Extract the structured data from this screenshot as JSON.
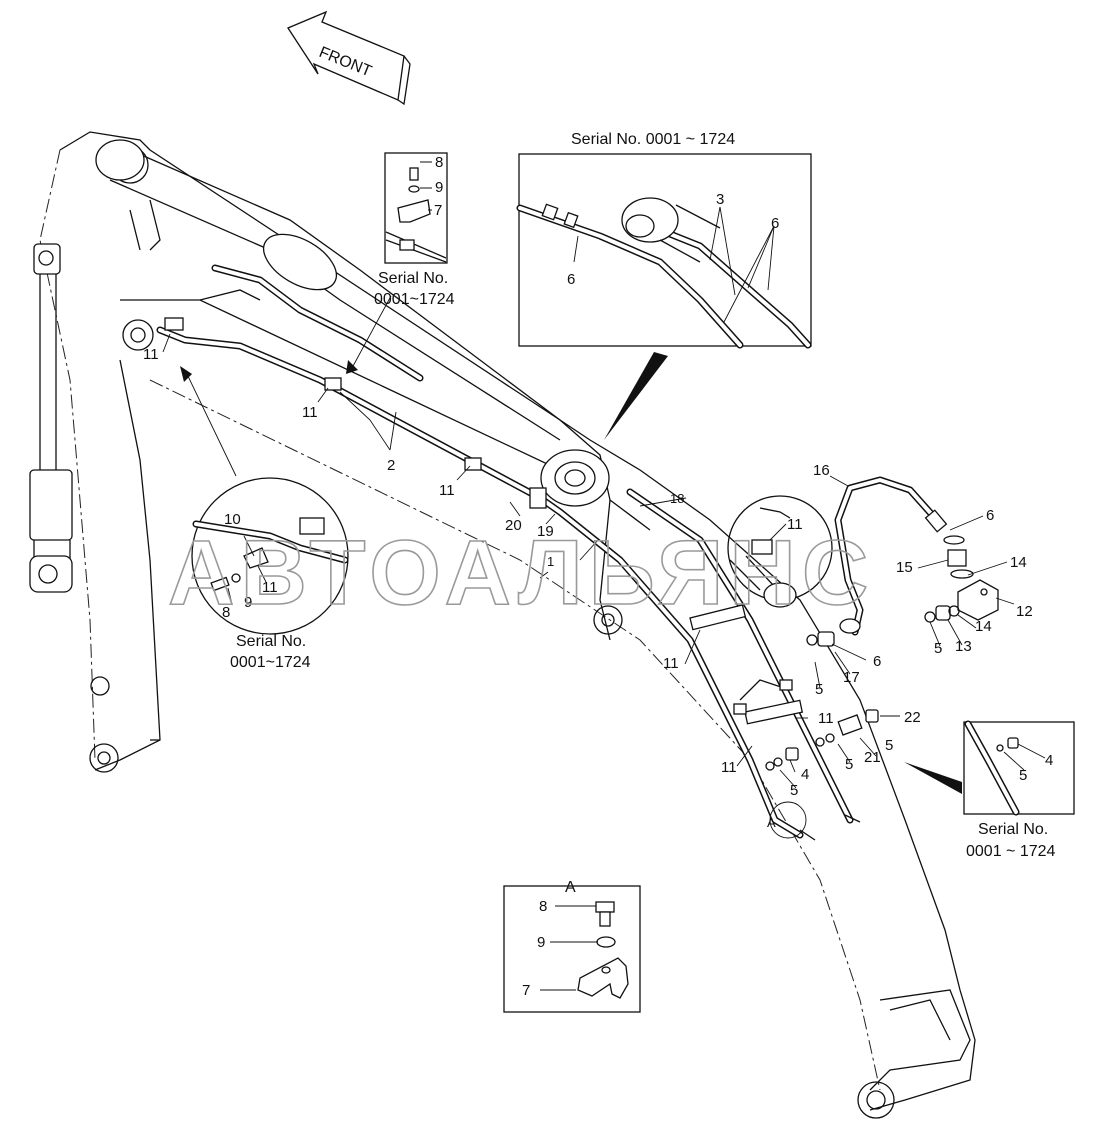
{
  "front_arrow_label": "FRONT",
  "serial_top_right": "Serial No. 0001 ~ 1724",
  "serial_small_top": [
    "Serial No.",
    "0001~1724"
  ],
  "serial_left": [
    "Serial No.",
    "0001~1724"
  ],
  "serial_right": [
    "Serial No.",
    "0001 ~ 1724"
  ],
  "detail_a_title": "A",
  "detail_a_labels": [
    "8",
    "9",
    "7"
  ],
  "small_top_labels": [
    "8",
    "9",
    "7"
  ],
  "left_detail_labels": [
    "10",
    "11",
    "8",
    "9"
  ],
  "top_right_labels": [
    "3",
    "6",
    "6"
  ],
  "right_detail_labels": [
    "4",
    "5"
  ],
  "callout_a": "A",
  "watermark": "АВТОАЛЬЯНС",
  "part_labels": {
    "p2": "2",
    "p11a": "11",
    "p11b": "11",
    "p11c": "11",
    "p1": "1",
    "p20": "20",
    "p19": "19",
    "p18": "18",
    "p16": "16",
    "p6a": "6",
    "p14a": "14",
    "p15": "15",
    "p12": "12",
    "p14b": "14",
    "p13": "13",
    "p5a": "5",
    "p6b": "6",
    "p17": "17",
    "p5b": "5",
    "p11d": "11",
    "p11e": "11",
    "p22": "22",
    "p11f": "11",
    "p5c": "5",
    "p21": "21",
    "p5d": "5",
    "p4": "4",
    "p5e": "5",
    "p11g": "11"
  }
}
